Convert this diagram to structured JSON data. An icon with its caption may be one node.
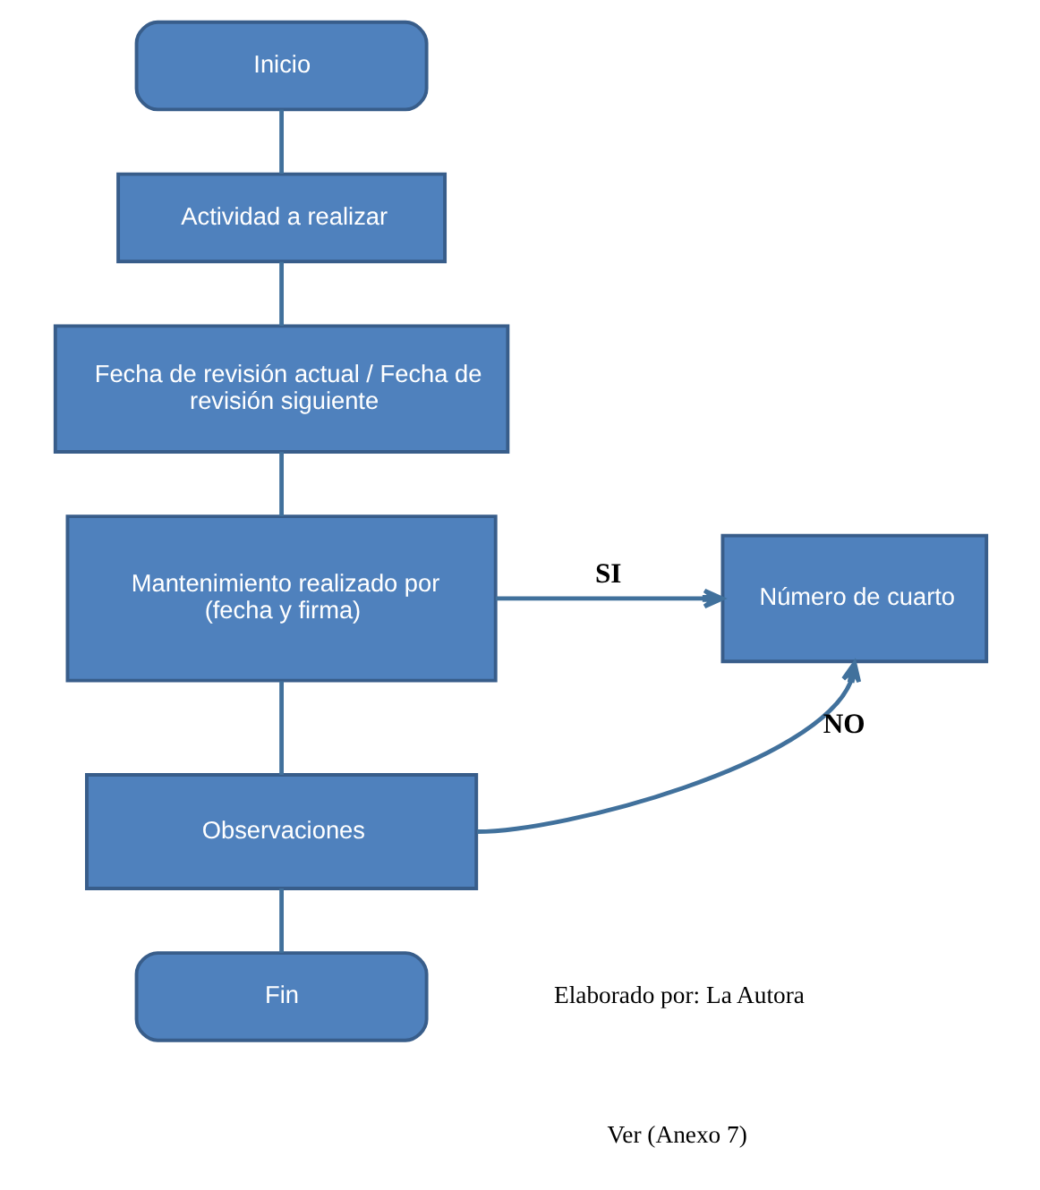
{
  "diagram": {
    "nodes": [
      {
        "text": [
          "Inicio"
        ]
      },
      {
        "text": [
          "Actividad a realizar"
        ]
      },
      {
        "text": [
          "Fecha de revisión actual / Fecha de revisión siguiente"
        ]
      },
      {
        "text": [
          "Mantenimiento realizado por (fecha y firma)"
        ]
      },
      {
        "text": [
          "Número de cuarto"
        ]
      },
      {
        "text": [
          "Observaciones"
        ]
      },
      {
        "text": [
          "Fin"
        ]
      }
    ],
    "edges": [
      {
        "from": 0,
        "to": 1,
        "arrow": "none"
      },
      {
        "from": 1,
        "to": 2,
        "arrow": "none"
      },
      {
        "from": 2,
        "to": 3,
        "arrow": "none"
      },
      {
        "from": 3,
        "to": 4,
        "arrow": "to",
        "label": "SI"
      },
      {
        "from": 3,
        "to": 5,
        "arrow": "none"
      },
      {
        "from": 5,
        "to": 4,
        "arrow": "to",
        "label": "NO"
      },
      {
        "from": 5,
        "to": 6,
        "arrow": "none"
      }
    ],
    "labels": [
      "Elaborado por: La Autora",
      "Ver (Anexo 7)"
    ]
  }
}
